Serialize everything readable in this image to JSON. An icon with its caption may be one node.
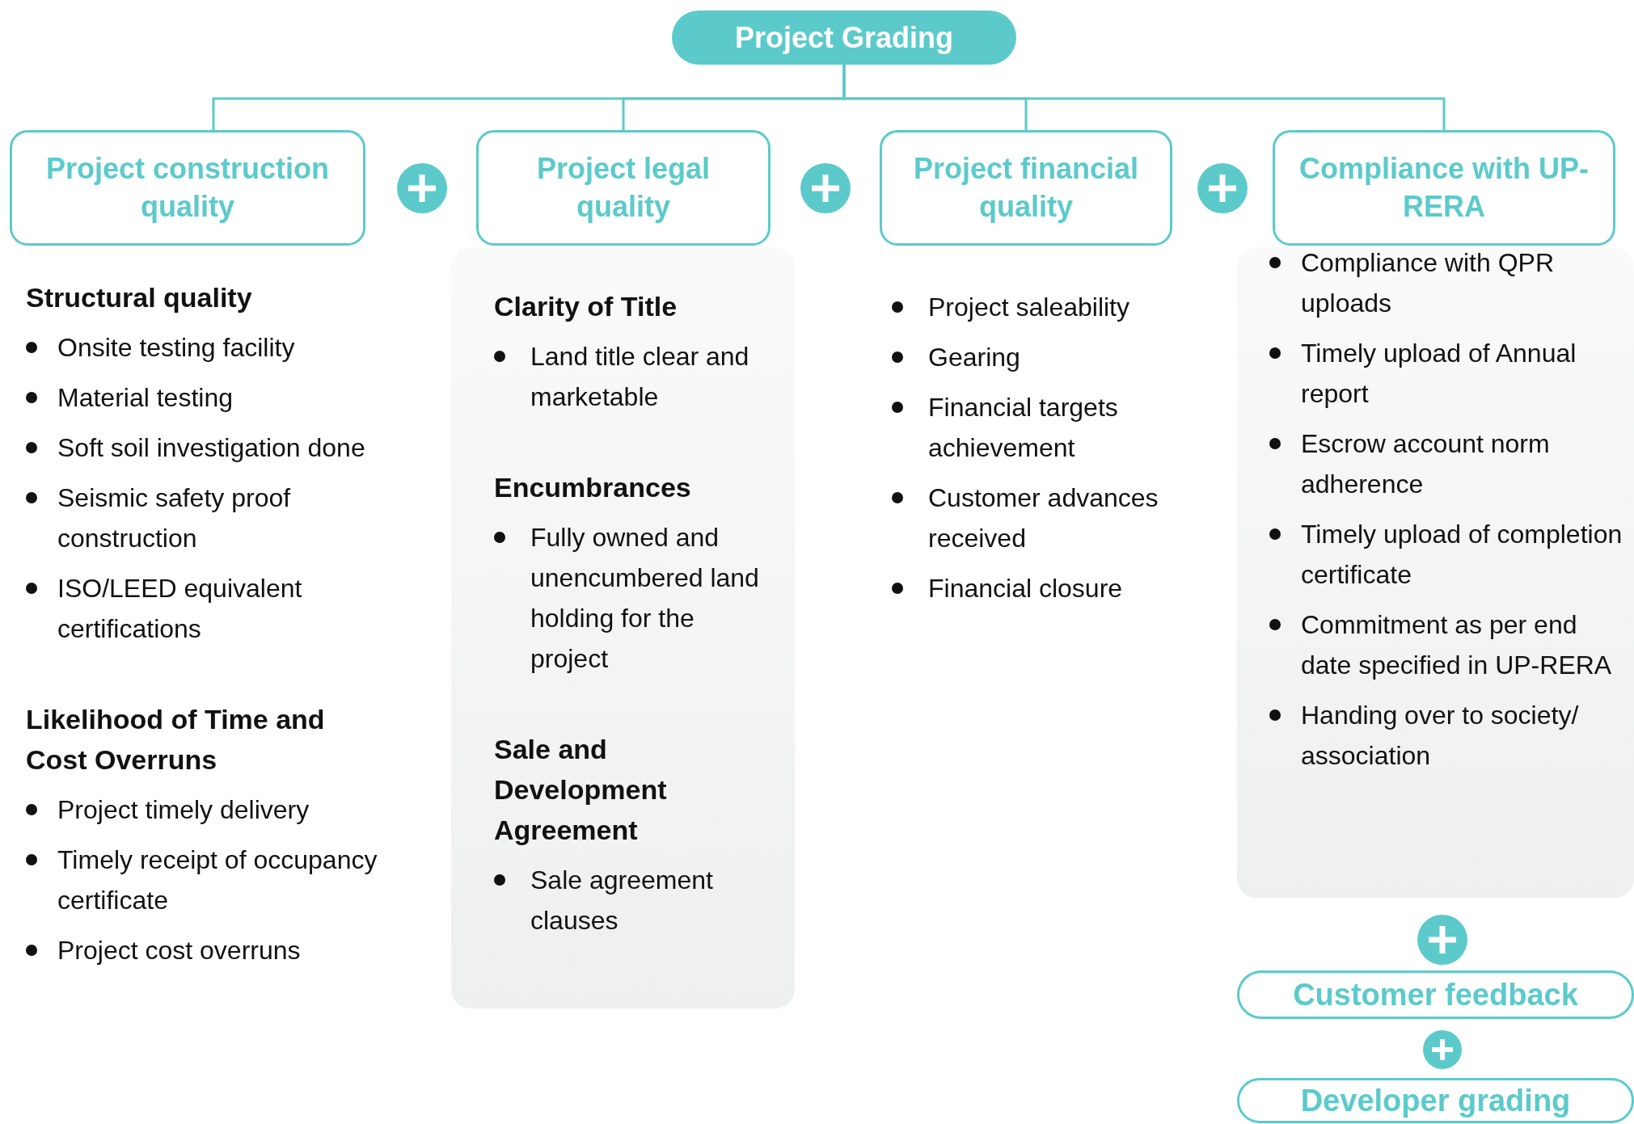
{
  "diagram": {
    "nodes": [
      {
        "text": [
          "Project Grading"
        ]
      },
      {
        "text": [
          "Project construction quality"
        ]
      },
      {
        "text": [
          "Project legal quality"
        ]
      },
      {
        "text": [
          "Clarity of Title",
          "Land title clear and marketable",
          "Encumbrances",
          "Fully owned and unencumbered land holding for the project",
          "Sale and Development Agreement",
          "Sale agreement clauses"
        ]
      },
      {
        "text": [
          "Project financial quality"
        ]
      },
      {
        "text": [
          "Compliance with UP-RERA"
        ]
      },
      {
        "text": [
          "Compliance with QPR uploads",
          "Timely upload of Annual report",
          "Escrow account norm adherence",
          "Timely upload of completion certificate",
          "Commitment as per end date specified in UP-RERA",
          "Handing over to society/ association"
        ]
      },
      {
        "text": [
          "Customer feedback"
        ]
      },
      {
        "text": [
          "Developer grading"
        ]
      }
    ],
    "edges": [
      {
        "from": 0,
        "to": 1,
        "arrow": "none"
      },
      {
        "from": 0,
        "to": 2,
        "arrow": "none"
      },
      {
        "from": 0,
        "to": 4,
        "arrow": "none"
      },
      {
        "from": 0,
        "to": 5,
        "arrow": "none"
      }
    ],
    "labels": [
      "Structural quality",
      "Onsite testing facility",
      "Material testing",
      "Soft soil investigation done",
      "Seismic safety proof construction",
      "ISO/LEED equivalent certifications",
      "Likelihood of Time and Cost Overruns",
      "Project timely delivery",
      "Timely receipt of occupancy certificate",
      "Project cost overruns",
      "Project saleability",
      "Gearing",
      "Financial targets achievement",
      "Customer advances received",
      "Financial closure"
    ]
  }
}
